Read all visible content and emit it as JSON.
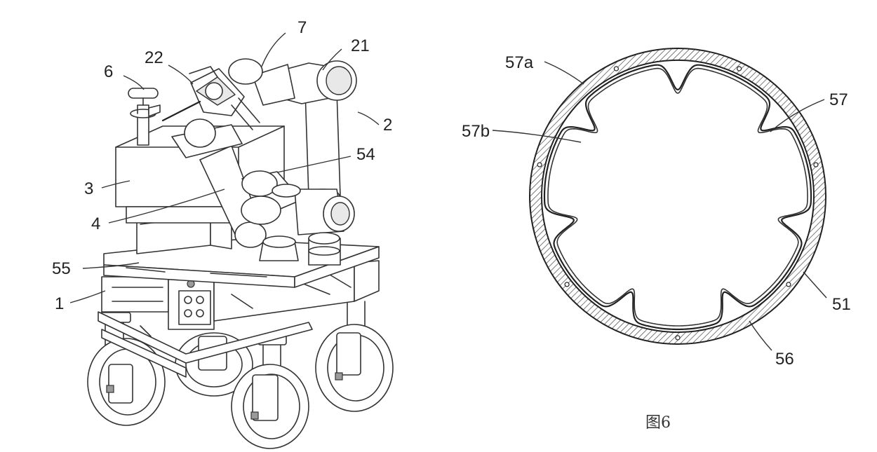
{
  "figure_left": {
    "labels": {
      "l1": "1",
      "l2": "2",
      "l3": "3",
      "l4": "4",
      "l6": "6",
      "l7": "7",
      "l21": "21",
      "l22": "22",
      "l54": "54",
      "l55": "55"
    }
  },
  "figure_right": {
    "labels": {
      "l51": "51",
      "l56": "56",
      "l57": "57",
      "l57a": "57a",
      "l57b": "57b"
    },
    "caption": "图6"
  }
}
